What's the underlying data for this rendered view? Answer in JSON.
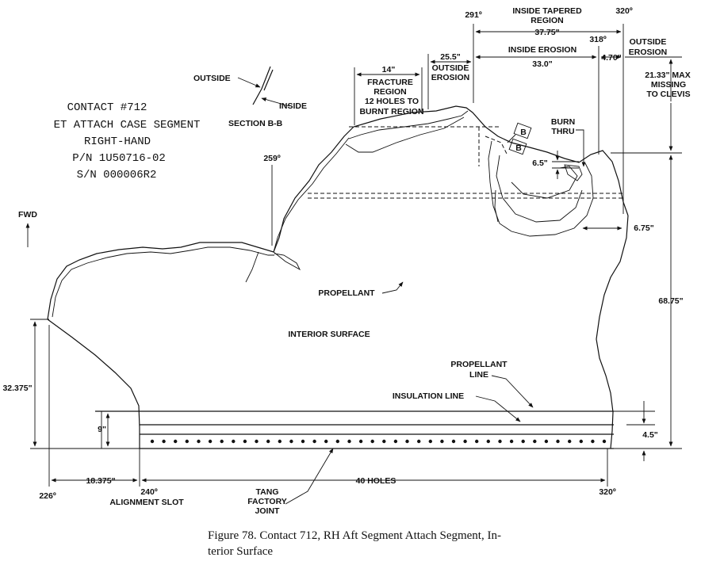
{
  "info_block": {
    "line1": "CONTACT #712",
    "line2": "ET ATTACH CASE SEGMENT",
    "line3": "RIGHT-HAND",
    "line4": "P/N 1U50716-02",
    "line5": "S/N 000006R2"
  },
  "section_inset": {
    "outside": "OUTSIDE",
    "inside": "INSIDE",
    "title": "SECTION B-B"
  },
  "angles": {
    "a226": "226º",
    "a240": "240º",
    "a259": "259º",
    "a291": "291º",
    "a318": "318º",
    "a320_top": "320º",
    "a320_bottom": "320º"
  },
  "top_labels": {
    "inside_tapered_1": "INSIDE TAPERED",
    "inside_tapered_2": "REGION",
    "inside_tapered_value": "37.75\"",
    "inside_erosion": "INSIDE EROSION",
    "inside_erosion_value": "33.0\"",
    "outside_erosion_value_a": "25.5\"",
    "outside_erosion_a_1": "OUTSIDE",
    "outside_erosion_a_2": "EROSION",
    "outside_erosion_value_b": "4.70\"",
    "outside_erosion_b_1": "OUTSIDE",
    "outside_erosion_b_2": "EROSION",
    "fracture_value": "14\"",
    "fracture_1": "FRACTURE",
    "fracture_2": "REGION",
    "fracture_3": "12 HOLES TO",
    "fracture_4": "BURNT REGION",
    "max_missing_1": "21.33\" MAX",
    "max_missing_2": "MISSING",
    "max_missing_3": "TO CLEVIS"
  },
  "burn": {
    "burn_1": "BURN",
    "burn_2": "THRU",
    "section_mark_1": "B",
    "section_mark_2": "B",
    "dim_6_5": "6.5\"",
    "dim_6_75": "6.75\""
  },
  "surface": {
    "fwd": "FWD",
    "propellant": "PROPELLANT",
    "interior_surface": "INTERIOR SURFACE",
    "propellant_line_1": "PROPELLANT",
    "propellant_line_2": "LINE",
    "insulation_line": "INSULATION LINE"
  },
  "dims": {
    "d32_375": "32.375\"",
    "d9": "9\"",
    "d4_5": "4.5\"",
    "d68_75": "68.75\"",
    "d18_375": "18.375\"",
    "holes_40": "40 HOLES"
  },
  "bottom_labels": {
    "alignment_slot": "ALIGNMENT SLOT",
    "tang_1": "TANG",
    "tang_2": "FACTORY",
    "tang_3": "JOINT"
  },
  "caption": {
    "line1": "Figure 78. Contact 712, RH Aft Segment Attach Segment, In-",
    "line2": "terior Surface"
  }
}
